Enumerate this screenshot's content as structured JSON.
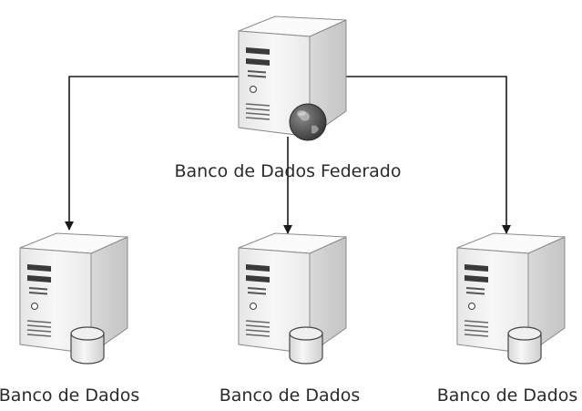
{
  "diagram": {
    "federated_server": {
      "label": "Banco de Dados Federado",
      "icon": "server-globe-icon"
    },
    "databases": [
      {
        "label": "Banco de Dados",
        "icon": "server-database-icon"
      },
      {
        "label": "Banco de Dados",
        "icon": "server-database-icon"
      },
      {
        "label": "Banco de Dados",
        "icon": "server-database-icon"
      }
    ],
    "colors": {
      "line": "#1a1a1a",
      "server_front": "#f2f2f2",
      "server_side": "#d4d4d4",
      "server_top": "#fbfbfb",
      "text": "#2b2b2b"
    }
  }
}
